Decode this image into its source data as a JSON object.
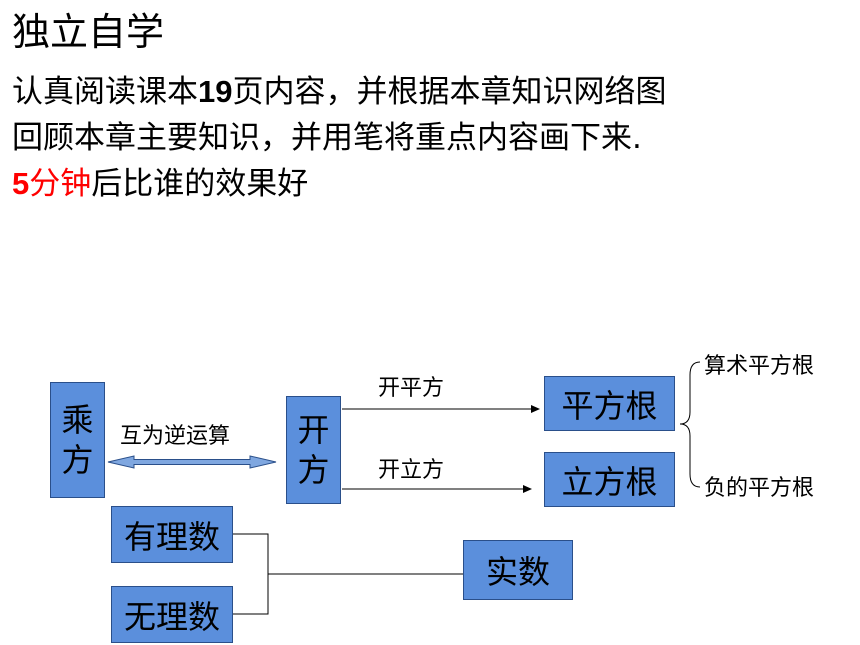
{
  "heading": "独立自学",
  "instructions": {
    "line1_a": "认真阅读课本",
    "line1_num": "19",
    "line1_b": "页内容，并根据本章知识网络图",
    "line2": "回顾本章主要知识，并用笔将重点内容画下来.",
    "line3_num": "5",
    "line3_red": "分钟",
    "line3_b": "后比谁的效果好"
  },
  "diagram": {
    "power_line1": "乘",
    "power_line2": "方",
    "inverse_label": "互为逆运算",
    "root_line1": "开",
    "root_line2": "方",
    "square_op": "开平方",
    "cube_op": "开立方",
    "square_root": "平方根",
    "cube_root": "立方根",
    "arith_root": "算术平方根",
    "neg_root": "负的平方根",
    "rational": "有理数",
    "irrational": "无理数",
    "real": "实数"
  },
  "colors": {
    "box_fill": "#5b8fdc",
    "highlight": "#ff0000",
    "arrow_fill": "#7fa7e0"
  }
}
